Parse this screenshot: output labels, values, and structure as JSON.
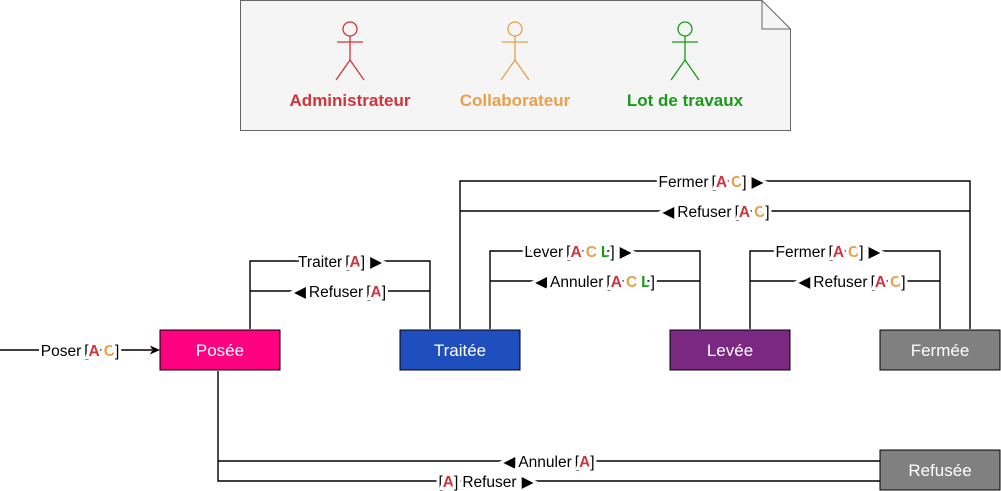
{
  "colors": {
    "administrateur": "#d0343c",
    "collaborateur": "#e7a14a",
    "lot": "#1a9a1a",
    "posee": "#ff0080",
    "traitee": "#1f4fbf",
    "levee": "#7b2883",
    "fermee": "#808080",
    "refusee": "#808080",
    "legend_bg": "#f5f5f5",
    "legend_border": "#666666"
  },
  "legend": {
    "actors": [
      {
        "name": "Administrateur",
        "color": "#d0343c"
      },
      {
        "name": "Collaborateur",
        "color": "#e7a14a"
      },
      {
        "name": "Lot de travaux",
        "color": "#1a9a1a"
      }
    ]
  },
  "states": {
    "posee": "Posée",
    "traitee": "Traitée",
    "levee": "Levée",
    "fermee": "Fermée",
    "refusee": "Refusée"
  },
  "transitions": {
    "poser": {
      "verb": "Poser",
      "open": "[",
      "close": "]",
      "a": "A",
      "c": "C"
    },
    "traiter": {
      "verb": "Traiter",
      "open": "[",
      "close": "]",
      "a": "A",
      "arrow": "▶"
    },
    "refuser_posee": {
      "verb": "Refuser",
      "open": "[",
      "close": "]",
      "a": "A",
      "arrow": "◀"
    },
    "fermer_top": {
      "verb": "Fermer",
      "open": "[",
      "close": "]",
      "a": "A",
      "c": "C",
      "arrow": "▶"
    },
    "refuser_top": {
      "verb": "Refuser",
      "open": "[",
      "close": "]",
      "a": "A",
      "c": "C",
      "arrow": "◀"
    },
    "lever": {
      "verb": "Lever",
      "open": "[",
      "close": "]",
      "a": "A",
      "c": "C",
      "l": "L",
      "arrow": "▶"
    },
    "annuler_levee": {
      "verb": "Annuler",
      "open": "[",
      "close": "]",
      "a": "A",
      "c": "C",
      "l": "L",
      "arrow": "◀"
    },
    "fermer_levee": {
      "verb": "Fermer",
      "open": "[",
      "close": "]",
      "a": "A",
      "c": "C",
      "arrow": "▶"
    },
    "refuser_fermee": {
      "verb": "Refuser",
      "open": "[",
      "close": "]",
      "a": "A",
      "c": "C",
      "arrow": "◀"
    },
    "annuler_refusee": {
      "verb": "Annuler",
      "open": "[",
      "close": "]",
      "a": "A",
      "arrow": "◀"
    },
    "refuser_bottom": {
      "verb": "Refuser",
      "open": "[",
      "close": "]",
      "a": "A",
      "arrow": "▶"
    }
  }
}
